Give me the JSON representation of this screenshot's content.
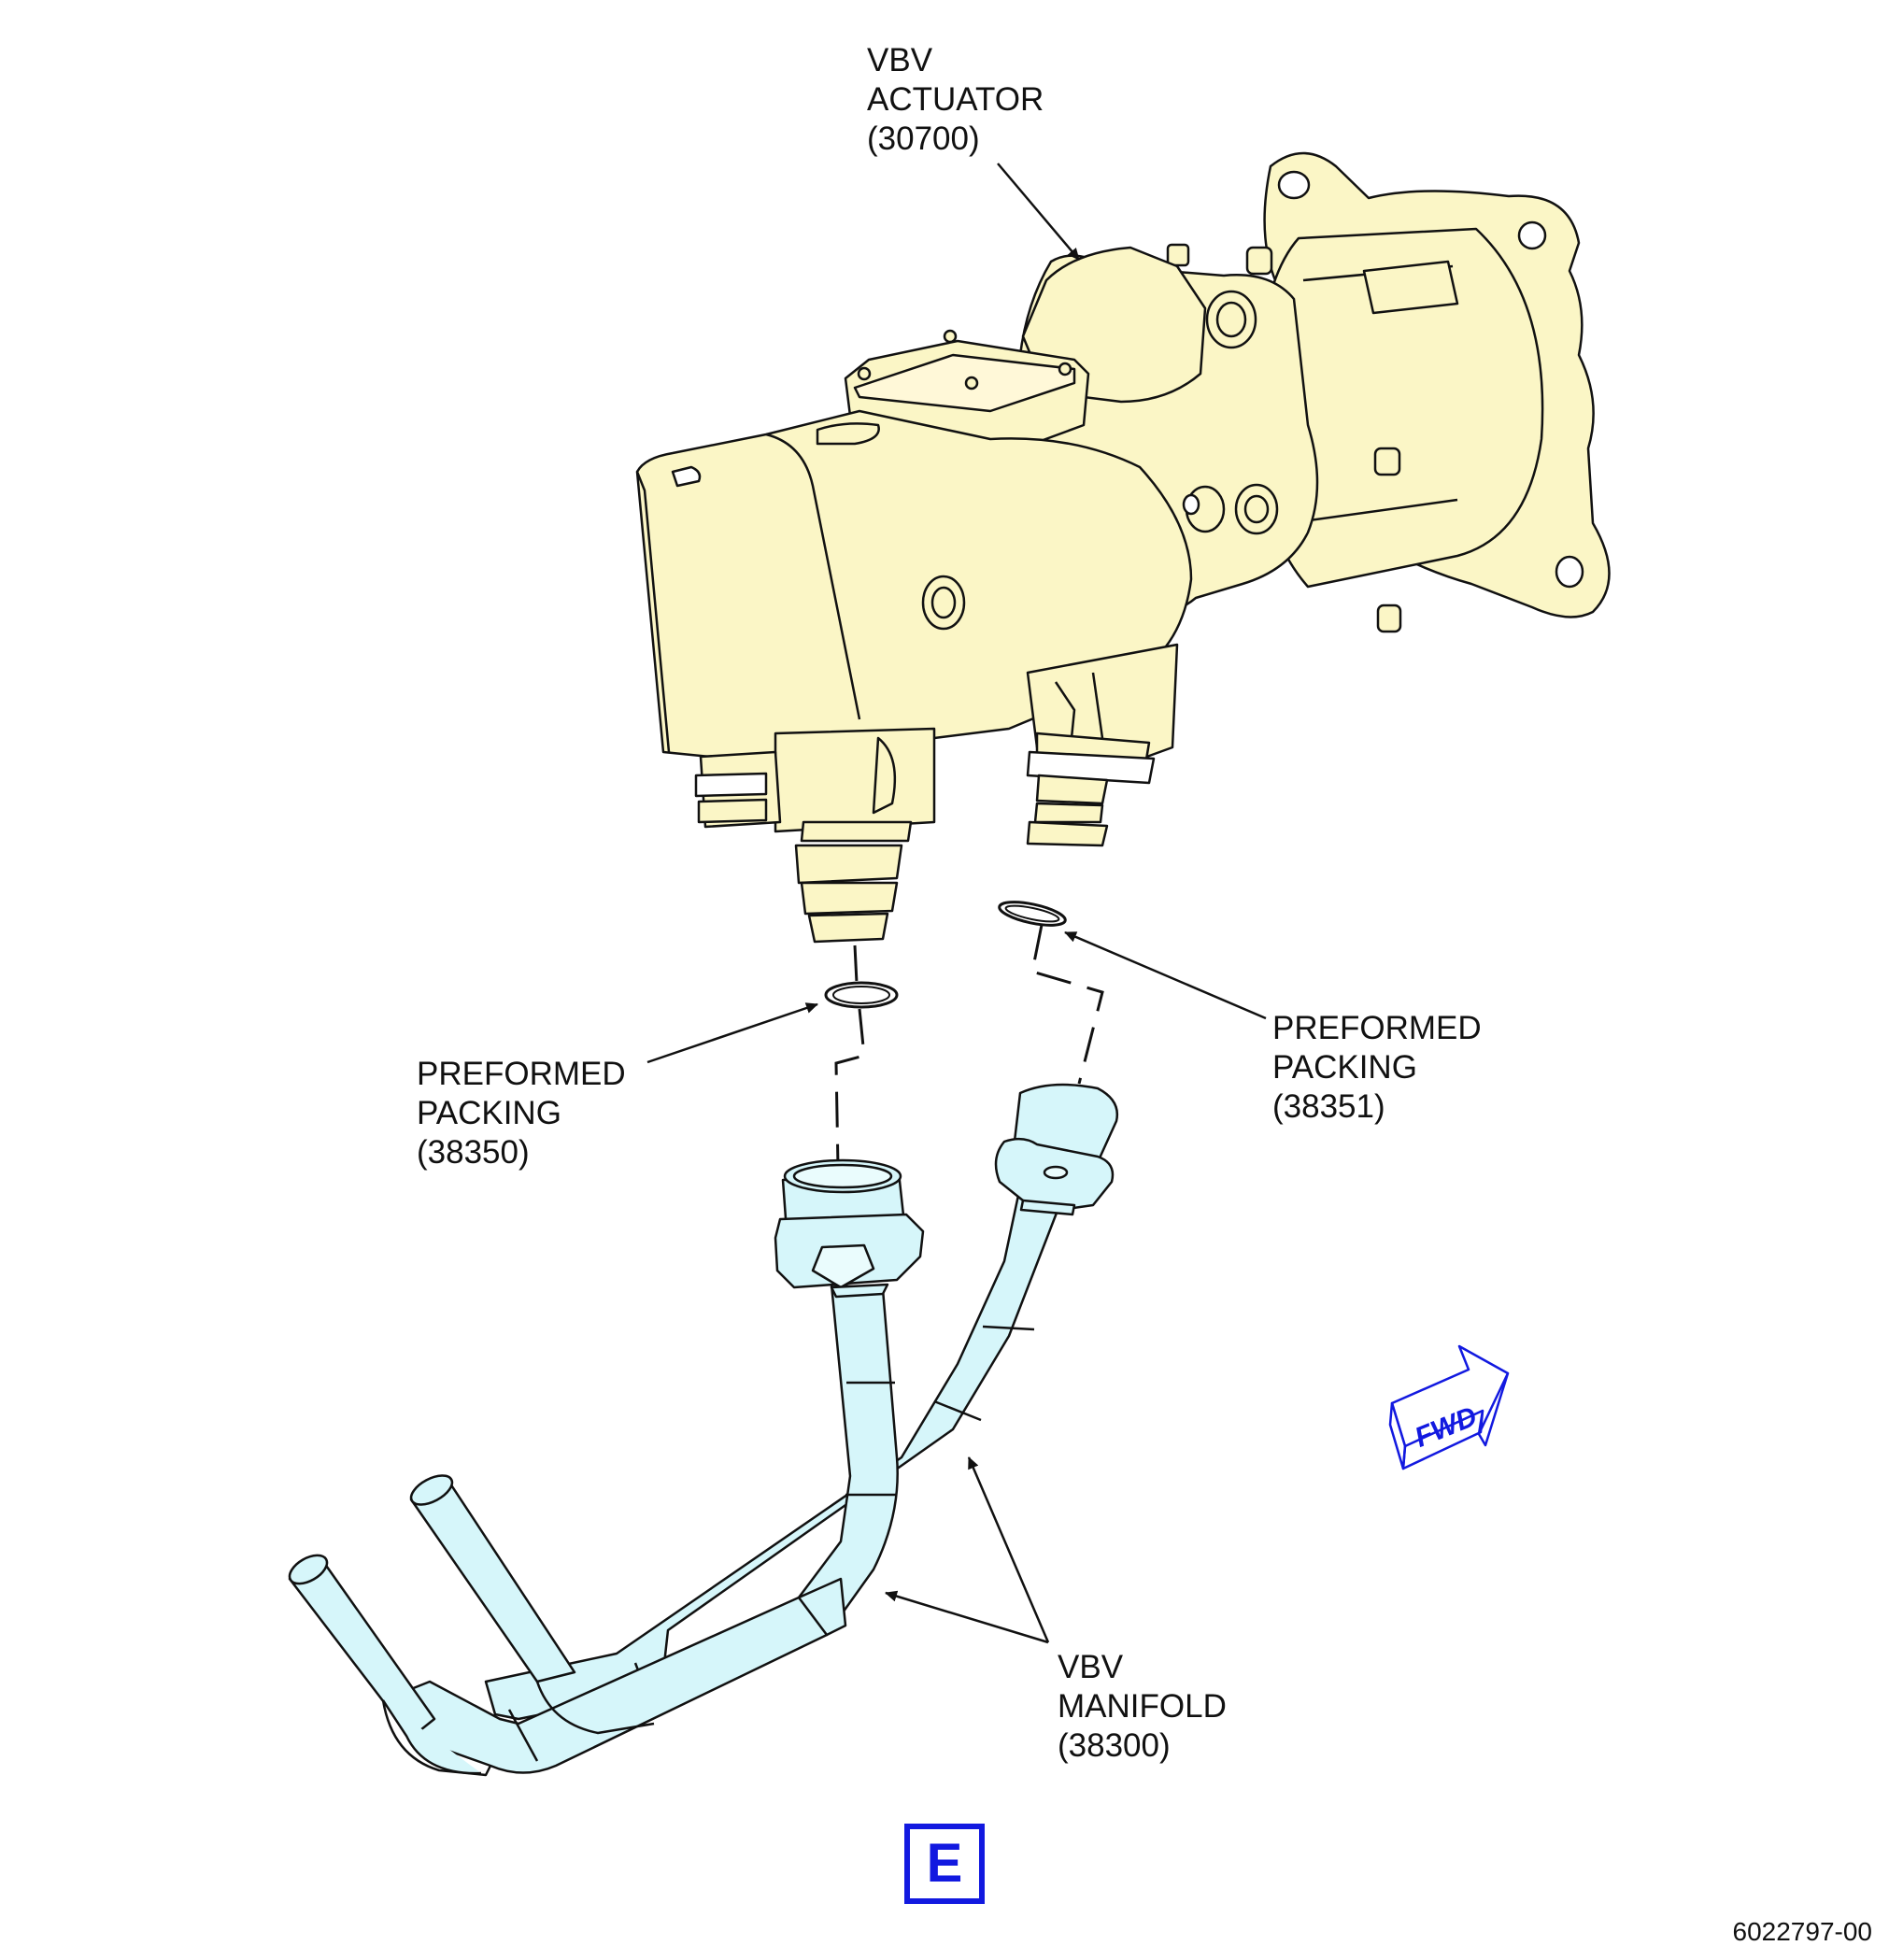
{
  "callouts": {
    "actuator": {
      "line1": "VBV",
      "line2": "ACTUATOR",
      "line3": "(30700)"
    },
    "packing_left": {
      "line1": "PREFORMED",
      "line2": "PACKING",
      "line3": "(38350)"
    },
    "packing_right": {
      "line1": "PREFORMED",
      "line2": "PACKING",
      "line3": "(38351)"
    },
    "manifold": {
      "line1": "VBV",
      "line2": "MANIFOLD",
      "line3": "(38300)"
    }
  },
  "fwd_indicator": {
    "label": "FWD"
  },
  "view_label": "E",
  "document_id": "6022797-00",
  "colors": {
    "actuator_fill": "#fbf6c6",
    "manifold_fill": "#d6f6fa",
    "outline": "#111111",
    "view_label": "#1219e0",
    "fwd_arrow": "#1219e0"
  }
}
